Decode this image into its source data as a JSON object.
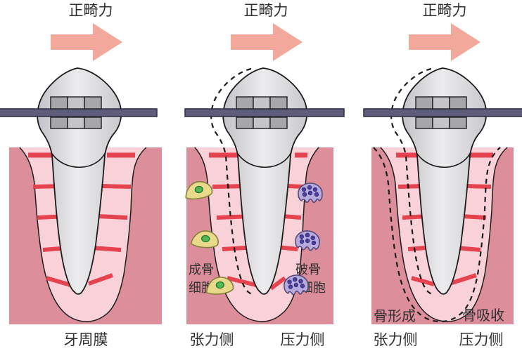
{
  "panels": [
    {
      "force_label": "正畸力",
      "caption": "牙周膜"
    },
    {
      "force_label": "正畸力",
      "caption_left": "张力侧",
      "caption_right": "压力侧",
      "osteoblast_line1": "成骨",
      "osteoblast_line2": "细胞",
      "osteoclast_line1": "破骨",
      "osteoclast_line2": "细胞"
    },
    {
      "force_label": "正畸力",
      "caption_left": "张力侧",
      "caption_right": "压力侧",
      "bone_formation": "骨形成",
      "bone_resorption": "骨吸收"
    }
  ],
  "colors": {
    "arrow": "#f2a89b",
    "bone": "#dc8e9b",
    "periodontal_membrane": "#f8d2d8",
    "fiber_red": "#e5434f",
    "tooth_gray": "#d9d9db",
    "wire_navy": "#5d5d7b",
    "bracket_gray": "#a7a7ab",
    "osteoblast_yellow": "#e9da8b",
    "osteoblast_nucleus_green": "#53b657",
    "osteoclast_purple": "#b7aade",
    "osteoclast_nucleus_purple": "#4b3f9e",
    "text": "#2f2f2f"
  }
}
